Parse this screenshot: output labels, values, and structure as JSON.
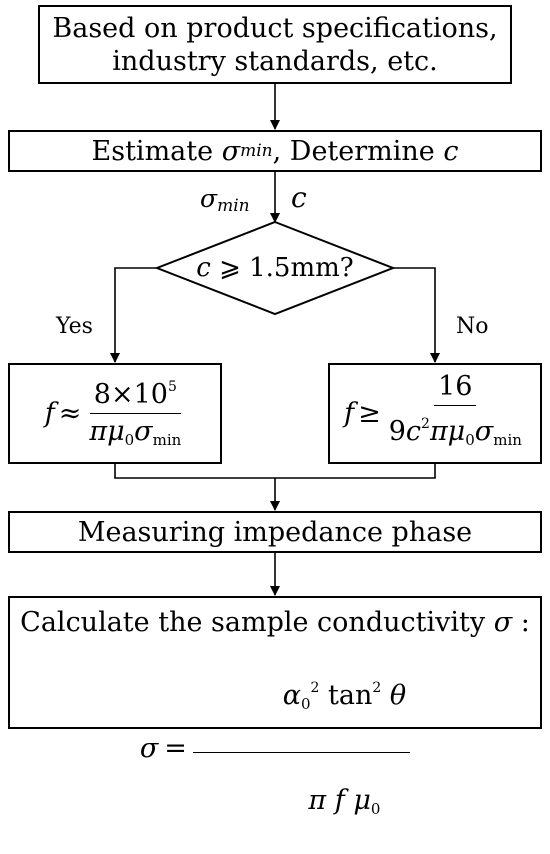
{
  "title_box": {
    "line1": "Based on product specifications,",
    "line2": "industry standards, etc."
  },
  "estimate_box": {
    "prefix": "Estimate ",
    "sigma": "σ",
    "sigma_sub": "min",
    "middle": ", Determine ",
    "c": "c"
  },
  "branch_labels": {
    "sigma": "σ",
    "sigma_sub": "min",
    "c": "c"
  },
  "decision": {
    "var": "c",
    "rest": " ⩾ 1.5mm?"
  },
  "yes_label": "Yes",
  "no_label": "No",
  "yes_formula": {
    "lhs": "f",
    "op": "≈",
    "num_main": "8×10",
    "num_exp": "5",
    "den_main": "πμ",
    "den_sub0": "0",
    "den_sigma": "σ",
    "den_sub_min": "min"
  },
  "no_formula": {
    "lhs": "f",
    "op": "≥",
    "num": "16",
    "den_a": "9",
    "den_c": "c",
    "den_exp": "2",
    "den_pm": "πμ",
    "den_sub0": "0",
    "den_sigma": "σ",
    "den_sub_min": "min"
  },
  "measure_box": {
    "text": "Measuring impedance phase"
  },
  "calc_box": {
    "text": "Calculate the sample conductivity ",
    "sigma": "σ",
    "colon": " :",
    "lhs": "σ",
    "op": "=",
    "num_alpha": "α",
    "num_sub0": "0",
    "num_exp": "2",
    "num_tan": " tan",
    "num_tan_exp": "2",
    "num_theta": " θ",
    "den_pi": "π",
    "den_f": " f ",
    "den_mu": "μ",
    "den_sub0": "0"
  }
}
